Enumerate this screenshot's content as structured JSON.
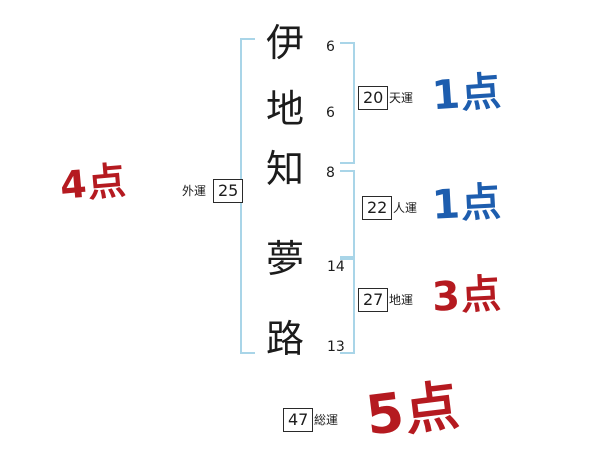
{
  "name": {
    "chars": [
      {
        "char": "伊",
        "strokes": "6"
      },
      {
        "char": "地",
        "strokes": "6"
      },
      {
        "char": "知",
        "strokes": "8"
      },
      {
        "char": "夢",
        "strokes": "14"
      },
      {
        "char": "路",
        "strokes": "13"
      }
    ]
  },
  "fortunes": {
    "ten": {
      "value": "20",
      "label": "天運",
      "score": "1点"
    },
    "jin": {
      "value": "22",
      "label": "人運",
      "score": "1点"
    },
    "chi": {
      "value": "27",
      "label": "地運",
      "score": "3点"
    },
    "gai": {
      "value": "25",
      "label": "外運",
      "score": "4点"
    },
    "sou": {
      "value": "47",
      "label": "総運",
      "score": "5点"
    }
  },
  "colors": {
    "red": "#b51a20",
    "blue": "#1d5dae",
    "bracket": "#a9d5e8"
  }
}
